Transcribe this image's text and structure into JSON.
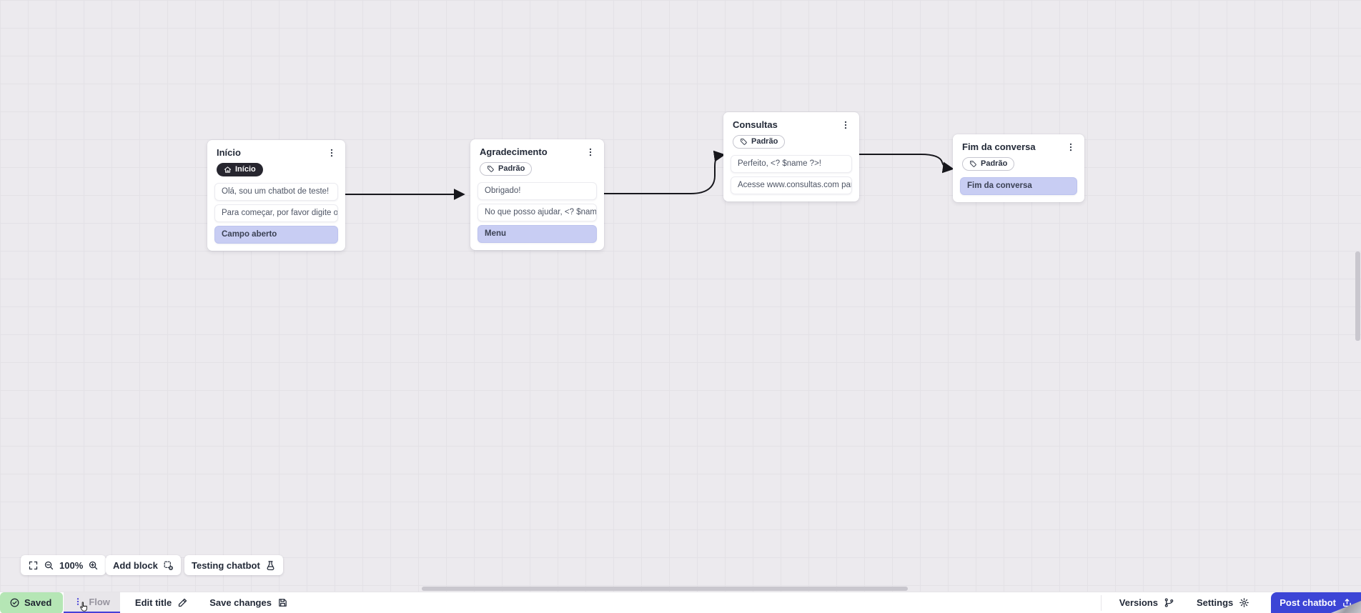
{
  "canvas": {
    "nodes": [
      {
        "title": "Início",
        "badge": {
          "label": "Início",
          "icon": "home-icon",
          "style": "dark"
        },
        "items": [
          {
            "type": "text",
            "text": "Olá, sou um chatbot de teste!"
          },
          {
            "type": "text",
            "text": "Para começar, por favor digite o ..."
          },
          {
            "type": "input",
            "text": "Campo aberto"
          }
        ]
      },
      {
        "title": "Agradecimento",
        "badge": {
          "label": "Padrão",
          "icon": "tag-icon",
          "style": "outline"
        },
        "items": [
          {
            "type": "text",
            "text": "Obrigado!"
          },
          {
            "type": "text",
            "text": "No que posso ajudar, <? $name ..."
          },
          {
            "type": "input",
            "text": "Menu"
          }
        ]
      },
      {
        "title": "Consultas",
        "badge": {
          "label": "Padrão",
          "icon": "tag-icon",
          "style": "outline"
        },
        "items": [
          {
            "type": "text",
            "text": "Perfeito, <? $name ?>!"
          },
          {
            "type": "text",
            "text": "Acesse www.consultas.com par..."
          }
        ]
      },
      {
        "title": "Fim da conversa",
        "badge": {
          "label": "Padrão",
          "icon": "tag-icon",
          "style": "outline"
        },
        "items": [
          {
            "type": "input",
            "text": "Fim da conversa"
          }
        ]
      }
    ],
    "connections": [
      {
        "from": "Início",
        "to": "Agradecimento"
      },
      {
        "from": "Agradecimento",
        "to": "Consultas"
      },
      {
        "from": "Consultas",
        "to": "Fim da conversa"
      }
    ]
  },
  "toolbar": {
    "zoom_level": "100%",
    "add_block_label": "Add block",
    "testing_chatbot_label": "Testing chatbot"
  },
  "bottom_bar": {
    "saved_label": "Saved",
    "flow_tab_label": "Flow",
    "edit_title_label": "Edit title",
    "save_changes_label": "Save changes",
    "versions_label": "Versions",
    "settings_label": "Settings",
    "post_chatbot_label": "Post chatbot"
  },
  "colors": {
    "accent_blue": "#3c45d6",
    "tab_underline": "#4640d8",
    "canvas_bg": "#eceaee",
    "saved_green_bg": "#b5e6b5",
    "badge_dark_bg": "#27262f",
    "purple_card_bg": "#c8cdf3",
    "arrow_color": "#17171c"
  }
}
